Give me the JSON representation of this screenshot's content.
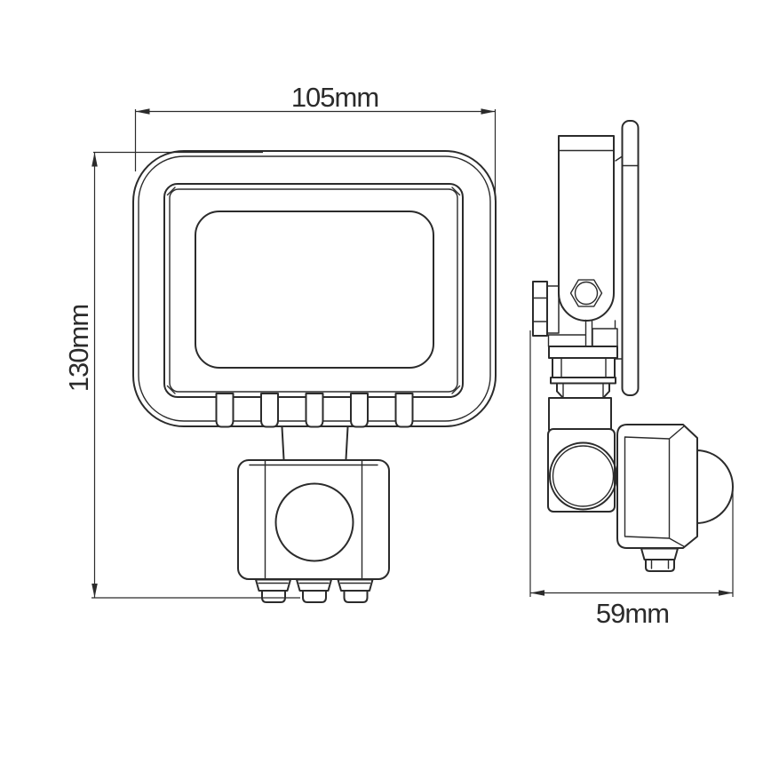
{
  "drawing": {
    "background_color": "#ffffff",
    "line_color": "#2b2b2b",
    "dimensions": {
      "width": {
        "label": "105mm"
      },
      "height": {
        "label": "130mm"
      },
      "depth": {
        "label": "59mm"
      }
    }
  }
}
